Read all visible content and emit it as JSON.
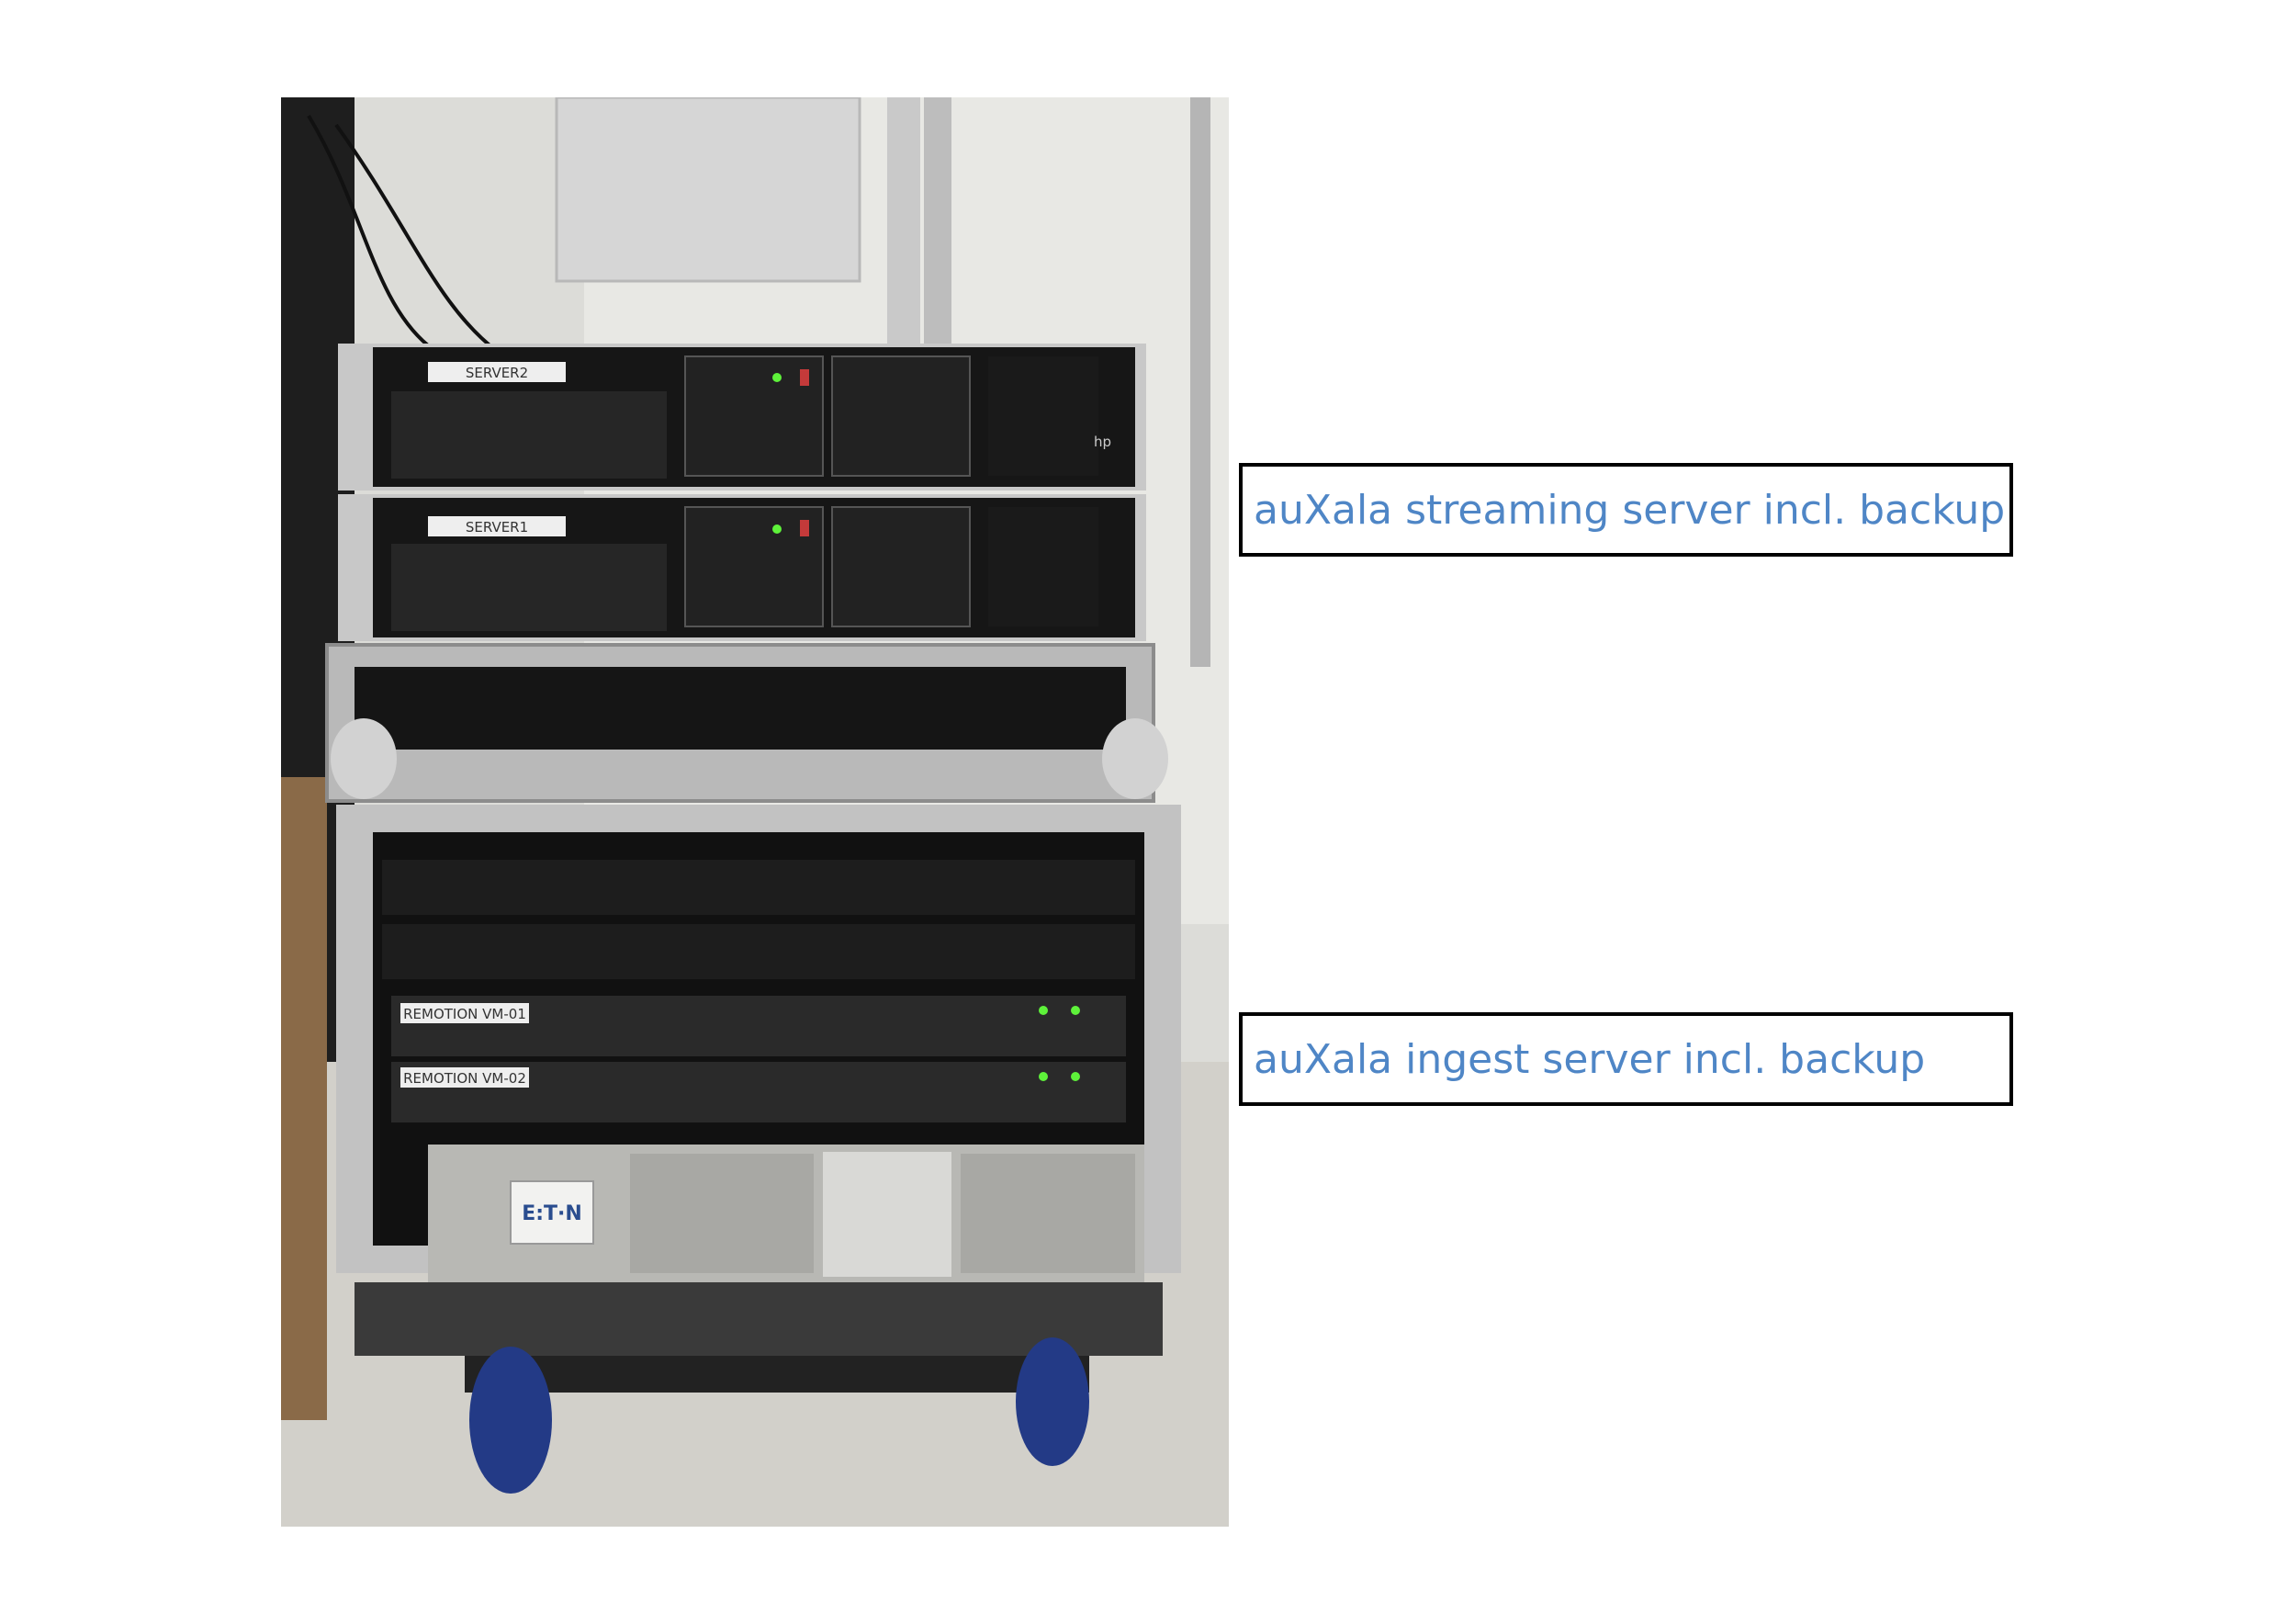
{
  "photo": {
    "server_labels": [
      "SERVER2",
      "SERVER1"
    ],
    "ingest_labels": [
      "REMOTION VM-01",
      "REMOTION VM-02"
    ],
    "ups_logo": "E:T·N",
    "brand_mark": "hp"
  },
  "callouts": [
    {
      "text": "auXala streaming server incl. backup"
    },
    {
      "text": "auXala ingest server incl. backup"
    }
  ],
  "colors": {
    "callout_text": "#4f86c6",
    "callout_border": "#000000",
    "led_green": "#5ef23a",
    "drive_red": "#c43a3a"
  }
}
